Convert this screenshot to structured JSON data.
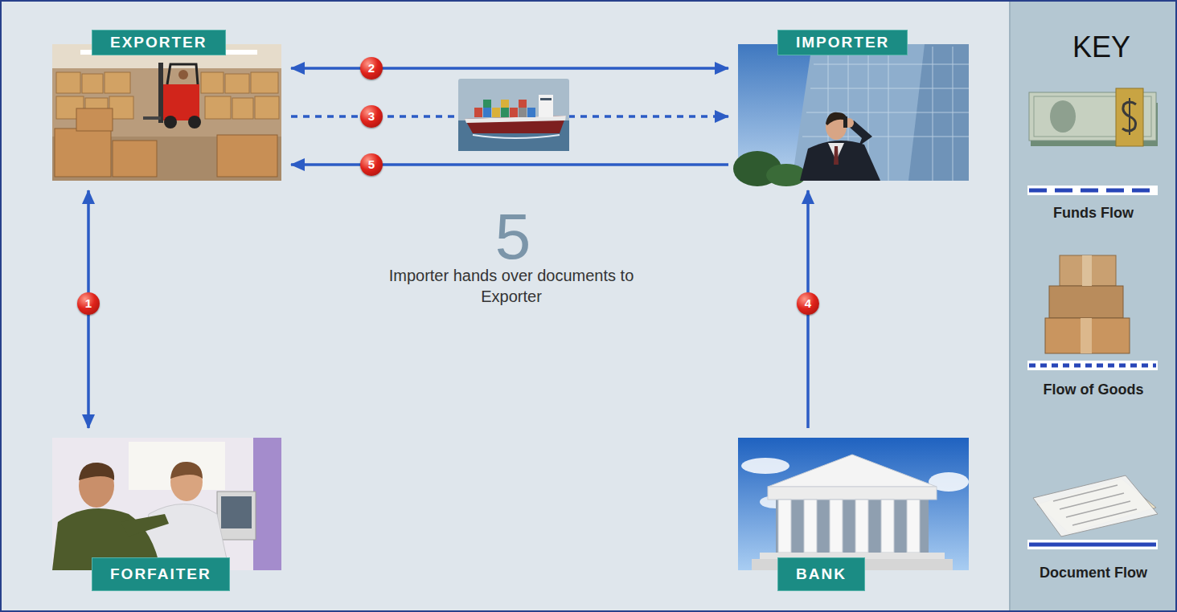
{
  "diagram": {
    "nodes": [
      {
        "text": [
          "EXPORTER"
        ]
      },
      {
        "text": [
          "IMPORTER"
        ]
      },
      {
        "text": [
          "FORFAITER"
        ]
      },
      {
        "text": [
          "BANK"
        ]
      }
    ],
    "edges": [
      {
        "from": 0,
        "to": 2,
        "label": "1",
        "arrow": "both"
      },
      {
        "from": 0,
        "to": 1,
        "label": "2",
        "arrow": "both"
      },
      {
        "from": 0,
        "to": 1,
        "label": "3",
        "arrow": "to"
      },
      {
        "from": 3,
        "to": 1,
        "label": "4",
        "arrow": "to"
      },
      {
        "from": 1,
        "to": 0,
        "label": "5",
        "arrow": "to"
      }
    ],
    "labels": [
      "5",
      "Importer hands over documents to Exporter",
      "KEY"
    ],
    "legend": [
      {
        "text": "Funds Flow"
      },
      {
        "text": "Flow of Goods"
      },
      {
        "text": "Document Flow"
      }
    ]
  }
}
